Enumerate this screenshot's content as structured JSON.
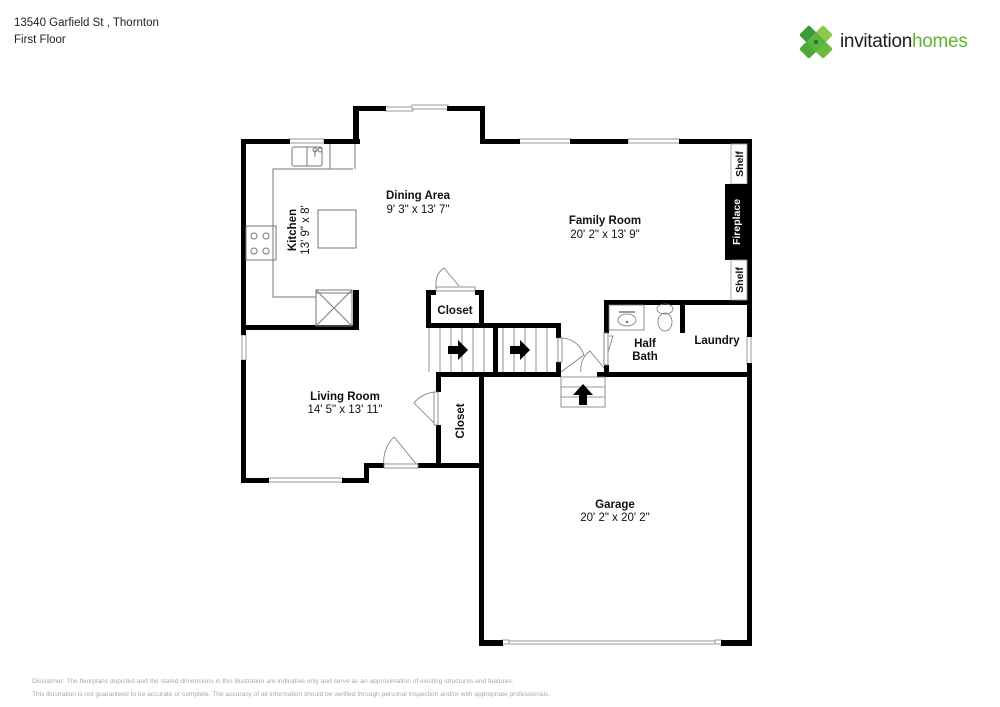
{
  "header": {
    "address": "13540 Garfield St , Thornton",
    "floor": "First Floor"
  },
  "logo": {
    "word1": "invitation",
    "word2": "homes",
    "colors": {
      "dark": "#1d1d1d",
      "green": "#5cb531",
      "light_green": "#8bc94a",
      "dark_green": "#3a9a3c"
    }
  },
  "rooms": {
    "dining": {
      "name": "Dining Area",
      "dim": "9' 3\" x 13' 7\""
    },
    "family": {
      "name": "Family Room",
      "dim": "20' 2\" x 13' 9\""
    },
    "kitchen": {
      "name": "Kitchen",
      "dim": "13' 9\" x 8'"
    },
    "living": {
      "name": "Living Room",
      "dim": "14' 5\" x 13' 11\""
    },
    "garage": {
      "name": "Garage",
      "dim": "20' 2\" x 20' 2\""
    },
    "closet_upper": {
      "name": "Closet"
    },
    "closet_lower": {
      "name": "Closet"
    },
    "half_bath": {
      "name_line1": "Half",
      "name_line2": "Bath"
    },
    "laundry": {
      "name": "Laundry"
    },
    "shelf_top": {
      "name": "Shelf"
    },
    "shelf_bottom": {
      "name": "Shelf"
    },
    "fireplace": {
      "name": "Fireplace"
    }
  },
  "disclaimer": {
    "line1": "Disclaimer: The floorplans depicted and the stated dimensions in this illustration are indicative only and serve as an approximation of existing structures and features.",
    "line2": "This illustration is not guaranteed to be accurate or complete. The accuracy of all information should be verified through personal inspection and/or with appropriate professionals."
  }
}
